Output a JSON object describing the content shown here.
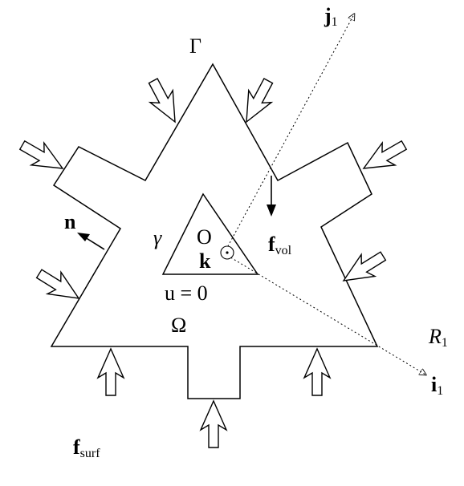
{
  "labels": {
    "boundary": "Γ",
    "domain": "Ω",
    "inner_boundary": "γ",
    "origin": "O",
    "k_vec": "k",
    "normal": "n",
    "u_cond": "u = 0",
    "f_main": "f",
    "f_vol_sub": "vol",
    "f_surf_sub": "surf",
    "frame_R": "R",
    "frame_R_sub": "1",
    "axis_i": "i",
    "axis_i_sub": "1",
    "axis_j": "j",
    "axis_j_sub": "1"
  },
  "colors": {
    "stroke": "#000000",
    "background": "#ffffff"
  }
}
